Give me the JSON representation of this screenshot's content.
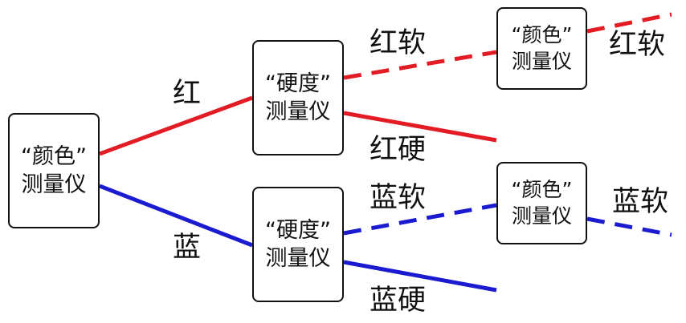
{
  "meters": {
    "color_1": {
      "line1": "“颜色”",
      "line2": "测量仪"
    },
    "hardness_1": {
      "line1": "“硬度”",
      "line2": "测量仪"
    },
    "hardness_2": {
      "line1": "“硬度”",
      "line2": "测量仪"
    },
    "color_2": {
      "line1": "“颜色”",
      "line2": "测量仪"
    },
    "color_3": {
      "line1": "“颜色”",
      "line2": "测量仪"
    }
  },
  "labels": {
    "red": "红",
    "blue": "蓝",
    "red_soft": "红软",
    "red_hard": "红硬",
    "blue_soft": "蓝软",
    "blue_hard": "蓝硬",
    "red_soft_out": "红软",
    "blue_soft_out": "蓝软"
  },
  "colors": {
    "red_path": "#e21b24",
    "blue_path": "#1a1ad0",
    "box_border": "#111111"
  }
}
